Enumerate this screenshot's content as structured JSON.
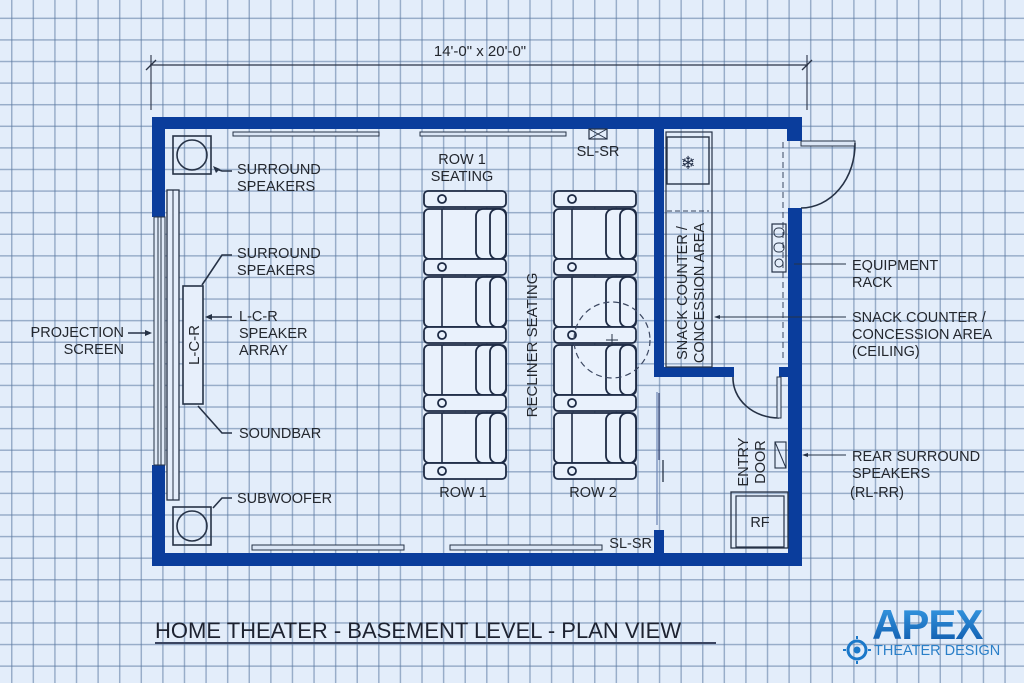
{
  "dimension": "14'-0\" x 20'-0\"",
  "title": "HOME THEATER - BASEMENT LEVEL - PLAN VIEW",
  "logo": {
    "name": "APEX",
    "tagline": "THEATER DESIGN",
    "color": "#1b78c9"
  },
  "colors": {
    "wall": "#0a3d9c",
    "background": "#e3edfa",
    "grid": "#5a78a0",
    "ink": "#23272e"
  },
  "labels": {
    "surround_top_1": "SURROUND",
    "surround_top_2": "SPEAKERS",
    "surround_mid_1": "SURROUND",
    "surround_mid_2": "SPEAKERS",
    "lcr_1": "L-C-R",
    "lcr_2": "SPEAKER",
    "lcr_3": "ARRAY",
    "lcr_box": "L-C-R",
    "soundbar": "SOUNDBAR",
    "subwoofer": "SUBWOOFER",
    "projection_1": "PROJECTION",
    "projection_2": "SCREEN",
    "row1_seating_1": "ROW 1",
    "row1_seating_2": "SEATING",
    "sl_sr_top": "SL-SR",
    "sl_sr_bottom": "SL-SR",
    "recliner": "RECLINER SEATING",
    "row1": "ROW 1",
    "row2": "ROW 2",
    "snack_vert_1": "SNACK COUNTER /",
    "snack_vert_2": "CONCESSION AREA",
    "equip_1": "EQUIPMENT",
    "equip_2": "RACK",
    "snack_1": "SNACK COUNTER /",
    "snack_2": "CONCESSION AREA",
    "snack_3": "(CEILING)",
    "rear_1": "REAR SURROUND",
    "rear_2": "SPEAKERS",
    "rear_3": "(RL-RR)",
    "entry_1": "ENTRY",
    "entry_2": "DOOR",
    "rf": "RF",
    "snowflake": "❄"
  },
  "seating": {
    "rows": 2,
    "seats_per_row": 4
  }
}
